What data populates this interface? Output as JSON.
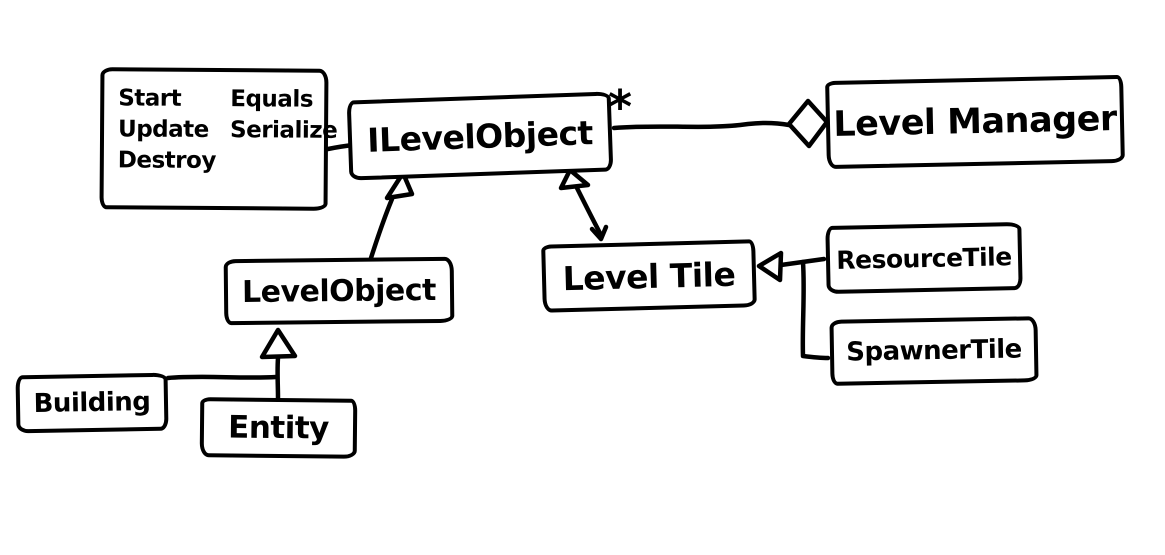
{
  "canvas": {
    "background_color": "#ffffff",
    "ink_color": "#000000"
  },
  "diagram": {
    "interface_methods_note": {
      "columns": [
        [
          "Start",
          "Update",
          "Destroy"
        ],
        [
          "Equals",
          "Serialize"
        ]
      ]
    },
    "nodes": {
      "ilevelobject": "ILevelObject",
      "levelmanager": "Level Manager",
      "levelobject": "LevelObject",
      "leveltile": "Level Tile",
      "resourcetile": "ResourceTile",
      "spawnertile": "SpawnerTile",
      "building": "Building",
      "entity": "Entity"
    },
    "labels": {
      "multiplicity": "*"
    },
    "relationships": [
      {
        "from": "ILevelObject",
        "to": "Level Manager",
        "type": "aggregation",
        "multiplicity": "*"
      },
      {
        "from": "LevelObject",
        "to": "ILevelObject",
        "type": "realization"
      },
      {
        "from": "Level Tile",
        "to": "ILevelObject",
        "type": "realization"
      },
      {
        "from": "ResourceTile",
        "to": "Level Tile",
        "type": "inheritance"
      },
      {
        "from": "SpawnerTile",
        "to": "Level Tile",
        "type": "inheritance"
      },
      {
        "from": "Building",
        "to": "LevelObject",
        "type": "inheritance"
      },
      {
        "from": "Entity",
        "to": "LevelObject",
        "type": "inheritance"
      },
      {
        "from": "methods note",
        "to": "ILevelObject",
        "type": "note-attachment"
      }
    ]
  }
}
